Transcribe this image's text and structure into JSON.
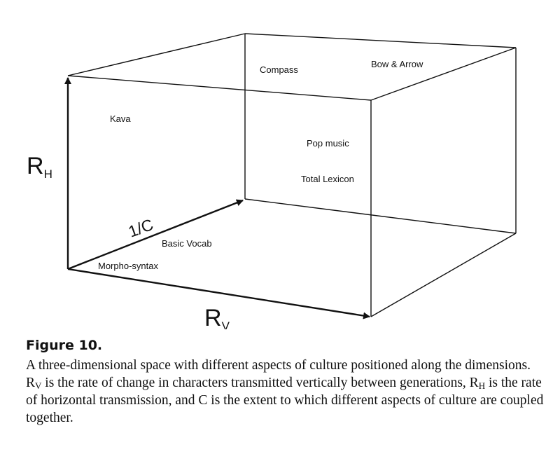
{
  "figure": {
    "axes": {
      "vertical": {
        "letter": "R",
        "subscript": "H"
      },
      "horizontal": {
        "letter": "R",
        "subscript": "V"
      },
      "depth": {
        "label": "1/C"
      }
    },
    "points": [
      {
        "id": "compass",
        "label": "Compass"
      },
      {
        "id": "bow",
        "label": "Bow & Arrow"
      },
      {
        "id": "kava",
        "label": "Kava"
      },
      {
        "id": "pop",
        "label": "Pop music"
      },
      {
        "id": "lexicon",
        "label": "Total Lexicon"
      },
      {
        "id": "vocab",
        "label": "Basic Vocab"
      },
      {
        "id": "morpho",
        "label": "Morpho-syntax"
      }
    ]
  },
  "caption": {
    "title": "Figure 10.",
    "text_1": "A three-dimensional space with different aspects of culture positioned along the dimensions. R",
    "sub_1": "V",
    "text_2": " is the rate of change in characters transmitted vertically between generations, R",
    "sub_2": "H",
    "text_3": " is the rate of horizontal transmission, and C is the extent to which different aspects of culture are coupled together."
  }
}
